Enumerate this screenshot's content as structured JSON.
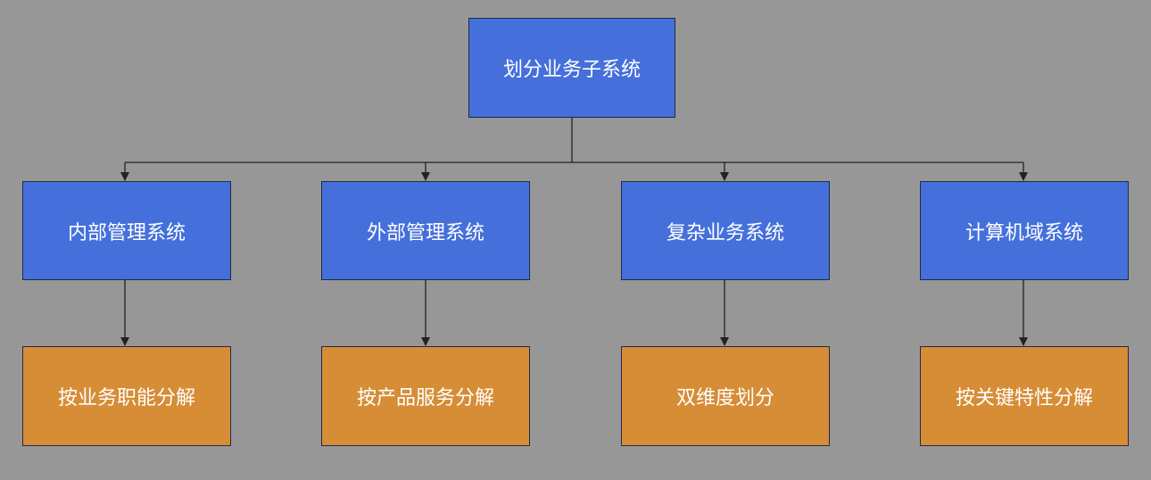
{
  "colors": {
    "background": "#979797",
    "system": "#4570db",
    "method": "#d68d36",
    "line": "#222222"
  },
  "root": {
    "label": "划分业务子系统"
  },
  "systems": [
    {
      "label": "内部管理系统",
      "method": "按业务职能分解"
    },
    {
      "label": "外部管理系统",
      "method": "按产品服务分解"
    },
    {
      "label": "复杂业务系统",
      "method": "双维度划分"
    },
    {
      "label": "计算机域系统",
      "method": "按关键特性分解"
    }
  ]
}
